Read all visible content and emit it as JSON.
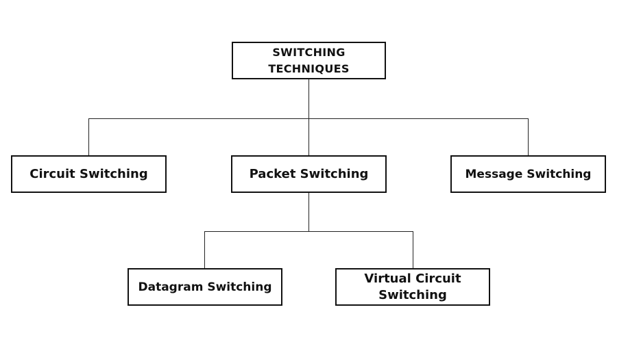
{
  "diagram": {
    "root": {
      "line1": "SWITCHING",
      "line2": "TECHNIQUES"
    },
    "level1": {
      "circuit": "Circuit Switching",
      "packet": "Packet Switching",
      "message": "Message Switching"
    },
    "level2": {
      "datagram": "Datagram Switching",
      "virtual_line1": "Virtual Circuit",
      "virtual_line2": "Switching"
    }
  }
}
